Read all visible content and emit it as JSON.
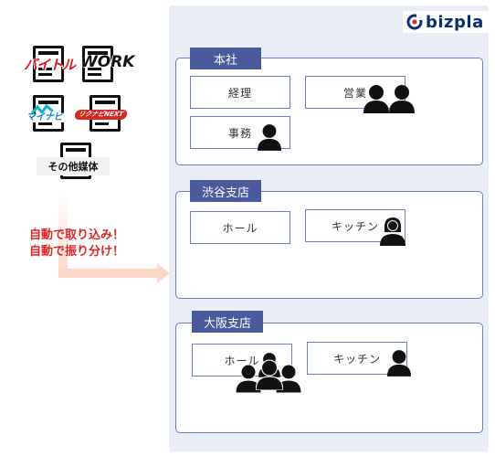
{
  "media": {
    "baitoru": "バイトル",
    "anwork": "WORK",
    "mynavi": "マイナビ",
    "rikunabi": "リクナビNEXT",
    "other": "その他媒体"
  },
  "flow": {
    "line1": "自動で取り込み！",
    "line2": "自動で振り分け！"
  },
  "logo": {
    "text": "bizpla"
  },
  "branches": [
    {
      "name": "本社",
      "depts": [
        "経理",
        "営業",
        "事務"
      ]
    },
    {
      "name": "渋谷支店",
      "depts": [
        "ホール",
        "キッチン"
      ]
    },
    {
      "name": "大阪支店",
      "depts": [
        "ホール",
        "キッチン"
      ]
    }
  ],
  "colors": {
    "panel": "#e8edf6",
    "tab": "#4a5a9c",
    "border": "#6c7fbe",
    "accent_red": "#e02424",
    "arrow": "#fbd7c8"
  }
}
